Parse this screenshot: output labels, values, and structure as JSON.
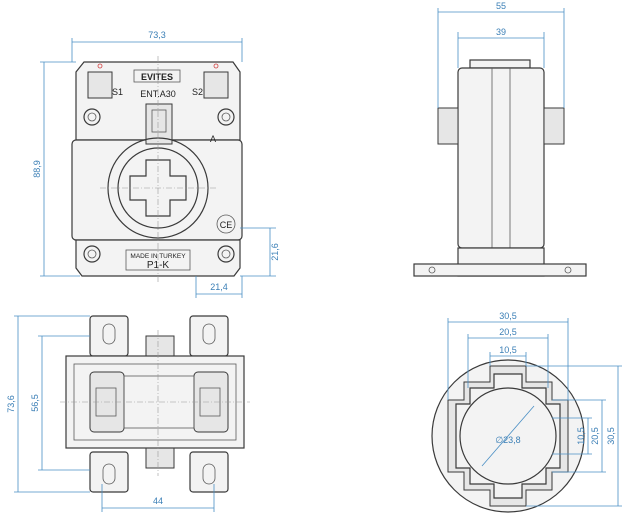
{
  "front_view": {
    "brand": "EVITES",
    "model": "ENT.A30",
    "terminal_s1": "S1",
    "terminal_s2": "S2",
    "point_a": "A",
    "ce_mark": "CE",
    "made_in": "MADE IN TURKEY",
    "code": "P1-K",
    "dim_width": "73,3",
    "dim_height": "88,9",
    "dim_right": "21,6",
    "dim_bottom": "21,4"
  },
  "side_view": {
    "dim_outer": "55",
    "dim_inner": "39"
  },
  "bottom_view": {
    "dim_height": "73,6",
    "dim_inner_height": "56,5",
    "dim_width": "44"
  },
  "aperture_view": {
    "dim_h1": "30,5",
    "dim_h2": "20,5",
    "dim_h3": "10,5",
    "dim_v1": "10,5",
    "dim_v2": "20,5",
    "dim_v3": "30,5",
    "dim_diameter": "∅23,8"
  }
}
